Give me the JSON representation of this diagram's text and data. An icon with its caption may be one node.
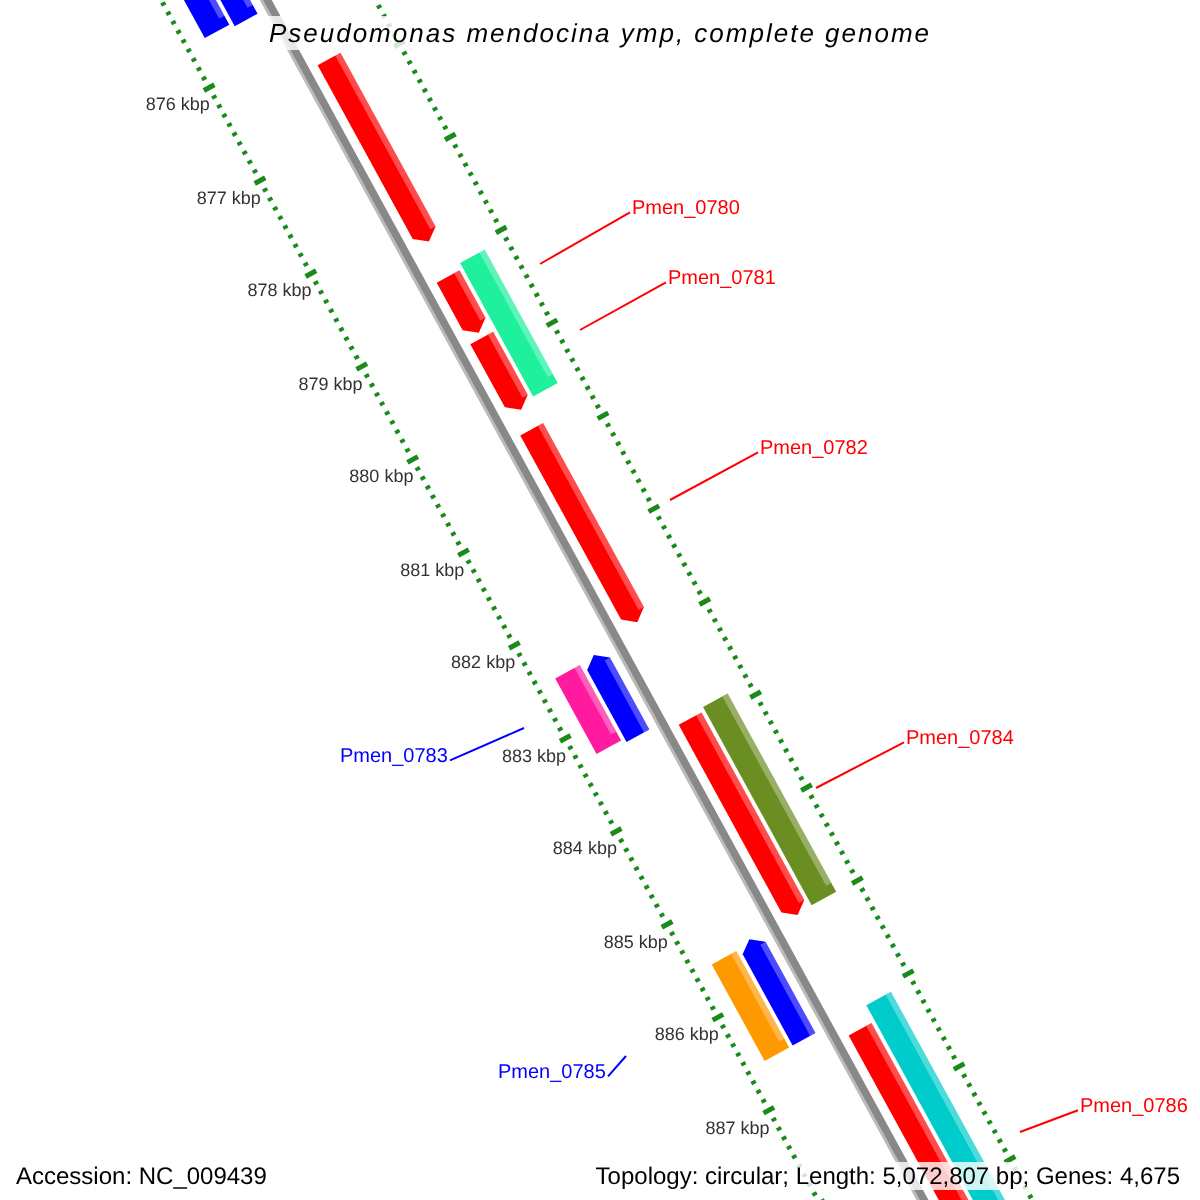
{
  "diagram": {
    "title": "Pseudomonas mendocina ymp, complete genome",
    "nodes": [
      {
        "text": [
          "Pmen_0780"
        ]
      },
      {
        "text": [
          "Pmen_0781"
        ]
      },
      {
        "text": [
          "Pmen_0782"
        ]
      },
      {
        "text": [
          "Pmen_0784"
        ]
      },
      {
        "text": [
          "Pmen_0783"
        ]
      },
      {
        "text": [
          "Pmen_0785"
        ]
      },
      {
        "text": [
          "Pmen_0786"
        ]
      }
    ],
    "edges": [
      {
        "from": 0,
        "to": null,
        "arrow": "none"
      },
      {
        "from": 1,
        "to": null,
        "arrow": "none"
      },
      {
        "from": 2,
        "to": null,
        "arrow": "none"
      },
      {
        "from": 3,
        "to": null,
        "arrow": "none"
      },
      {
        "from": 4,
        "to": null,
        "arrow": "none",
        "color": "#0000ff"
      },
      {
        "from": 5,
        "to": null,
        "arrow": "none",
        "color": "#0000ff"
      },
      {
        "from": 6,
        "to": null,
        "arrow": "none"
      }
    ],
    "labels": [
      "876 kbp",
      "877 kbp",
      "878 kbp",
      "879 kbp",
      "880 kbp",
      "881 kbp",
      "882 kbp",
      "883 kbp",
      "884 kbp",
      "885 kbp",
      "886 kbp",
      "887 kbp",
      "Accession: NC_009439",
      "Topology: circular; Length: 5,072,807 bp; Genes: 4,675"
    ]
  }
}
